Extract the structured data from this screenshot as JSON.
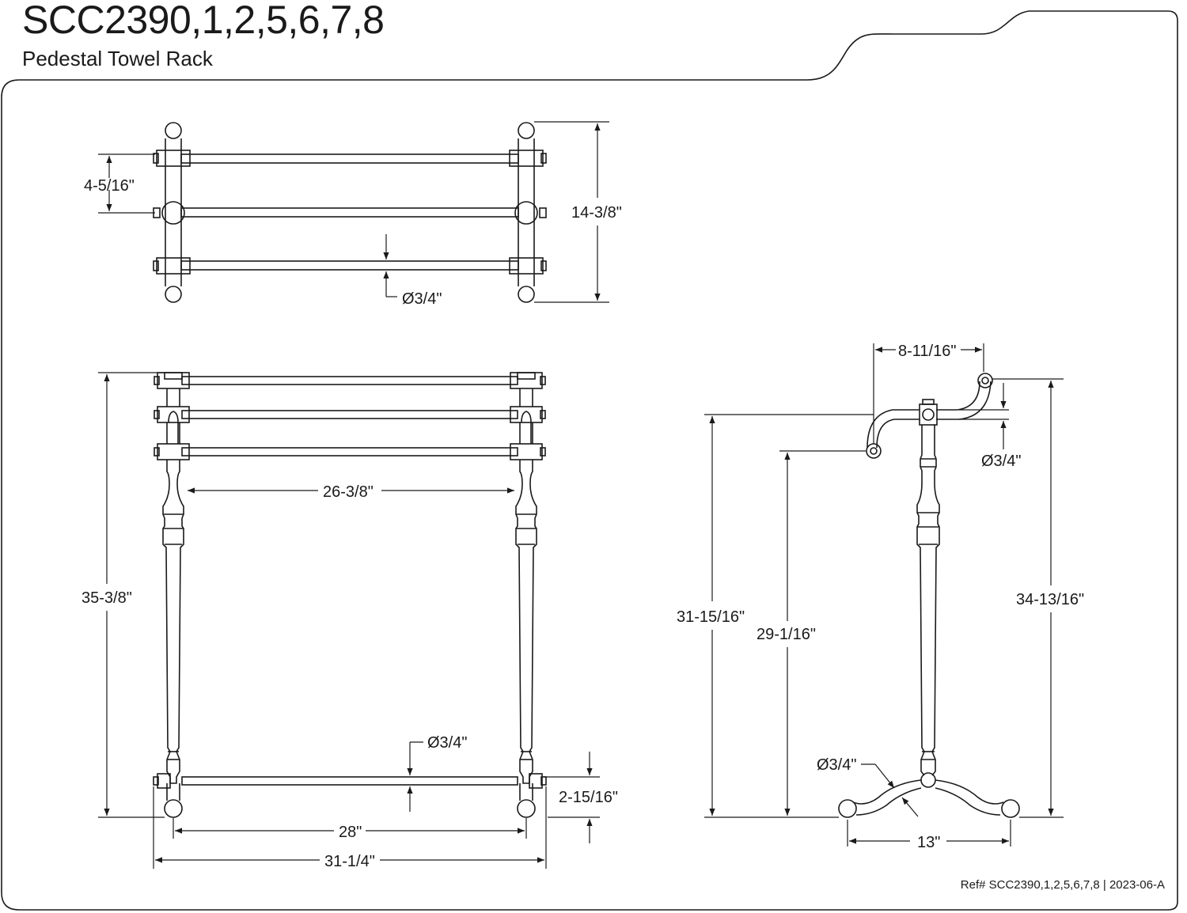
{
  "header": {
    "model": "SCC2390,1,2,5,6,7,8",
    "product": "Pedestal Towel Rack"
  },
  "footer": {
    "reference": "Ref# SCC2390,1,2,5,6,7,8 | 2023-06-A"
  },
  "dimensions": {
    "top_spacing": "4-5/16\"",
    "top_depth": "14-3/8\"",
    "top_bar_diameter": "Ø3/4\"",
    "height": "35-3/8\"",
    "inner_width": "26-3/8\"",
    "bottom_bar_diameter": "Ø3/4\"",
    "bottom_bar_height": "2-15/16\"",
    "base_span": "28\"",
    "overall_width": "31-1/4\"",
    "arm_reach": "8-11/16\"",
    "arm_diameter": "Ø3/4\"",
    "arm_height": "31-15/16\"",
    "lower_arm_height": "29-1/16\"",
    "side_height": "34-13/16\"",
    "foot_diameter": "Ø3/4\"",
    "foot_span": "13\""
  }
}
